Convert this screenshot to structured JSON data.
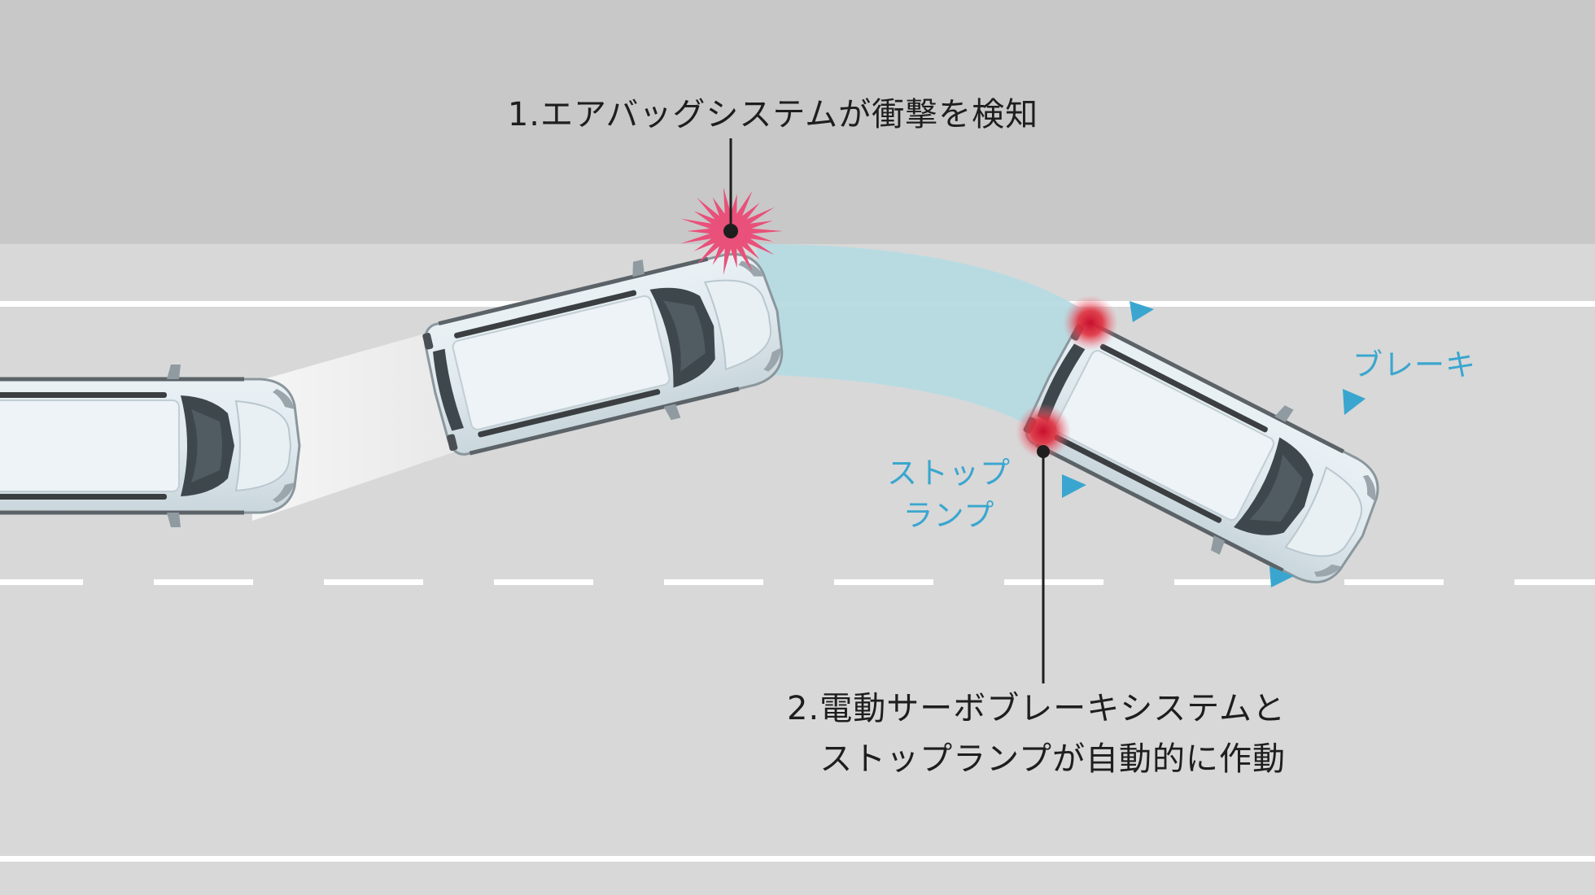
{
  "labels": {
    "airbag": "1.エアバッグシステムが衝撃を検知",
    "brake_line1": "2.電動サーボブレーキシステムと",
    "brake_line2": "ストップランプが自動的に作動",
    "brake_side": "ブレーキ",
    "stop_line1": "ストップ",
    "stop_line2": "ランプ"
  },
  "colors": {
    "sky": "#c8c8c8",
    "road": "#d8d8d8",
    "lane_line": "#ffffff",
    "impact": "#e9507a",
    "path": "#b6dbe3",
    "accent": "#3aa6cf",
    "stop_lamp": "#e0303e",
    "text": "#1e1e1e"
  }
}
